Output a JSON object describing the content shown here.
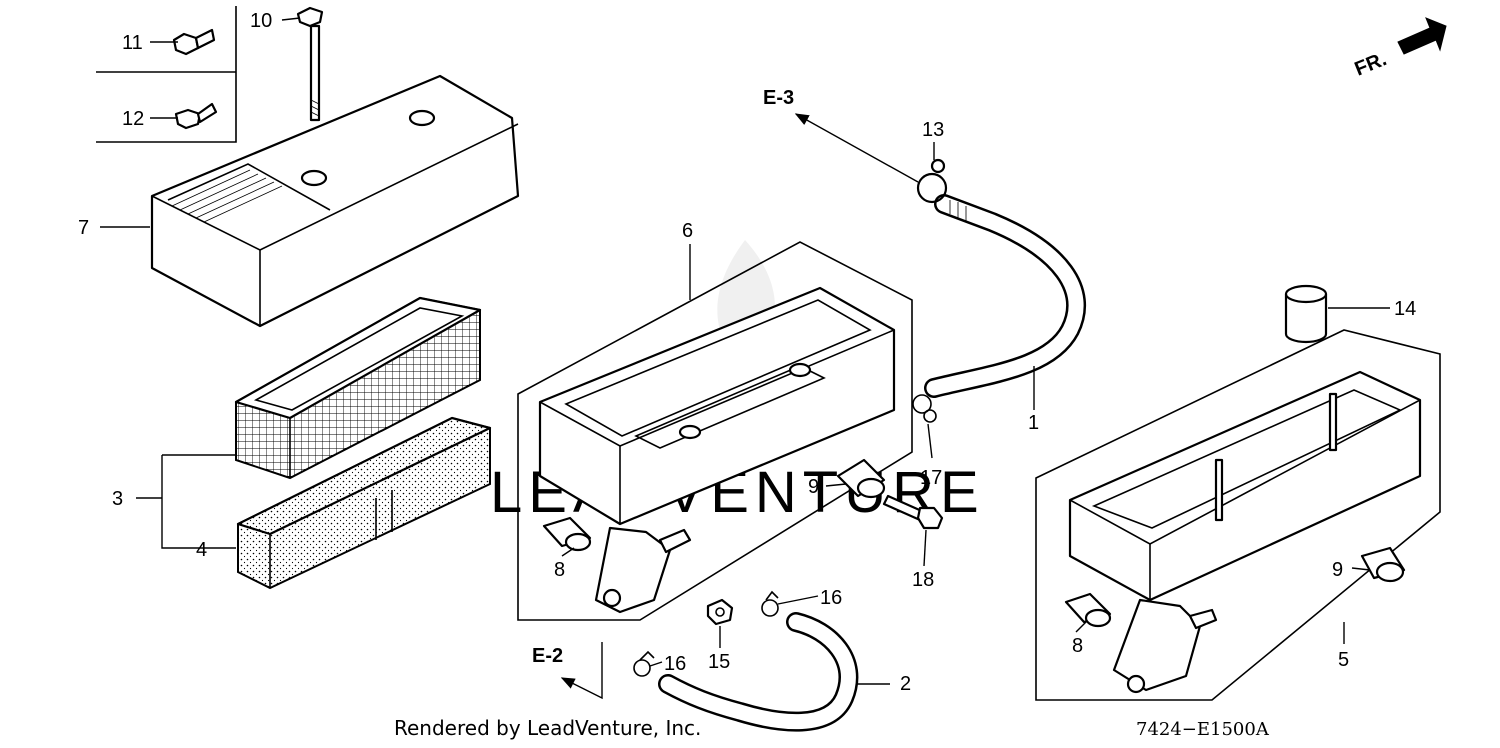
{
  "watermark": "LEADVENTURE",
  "direction_label": "FR.",
  "refs": {
    "e3": "E-3",
    "e2": "E-2"
  },
  "callouts": {
    "c1": "1",
    "c2": "2",
    "c3": "3",
    "c4": "4",
    "c5": "5",
    "c6": "6",
    "c7": "7",
    "c8a": "8",
    "c8b": "8",
    "c9a": "9",
    "c9b": "9",
    "c10": "10",
    "c11": "11",
    "c12": "12",
    "c13": "13",
    "c14": "14",
    "c15": "15",
    "c16a": "16",
    "c16b": "16",
    "c17": "17",
    "c18": "18"
  },
  "footer": {
    "credit": "Rendered by LeadVenture, Inc.",
    "code": "7424−E1500A"
  }
}
